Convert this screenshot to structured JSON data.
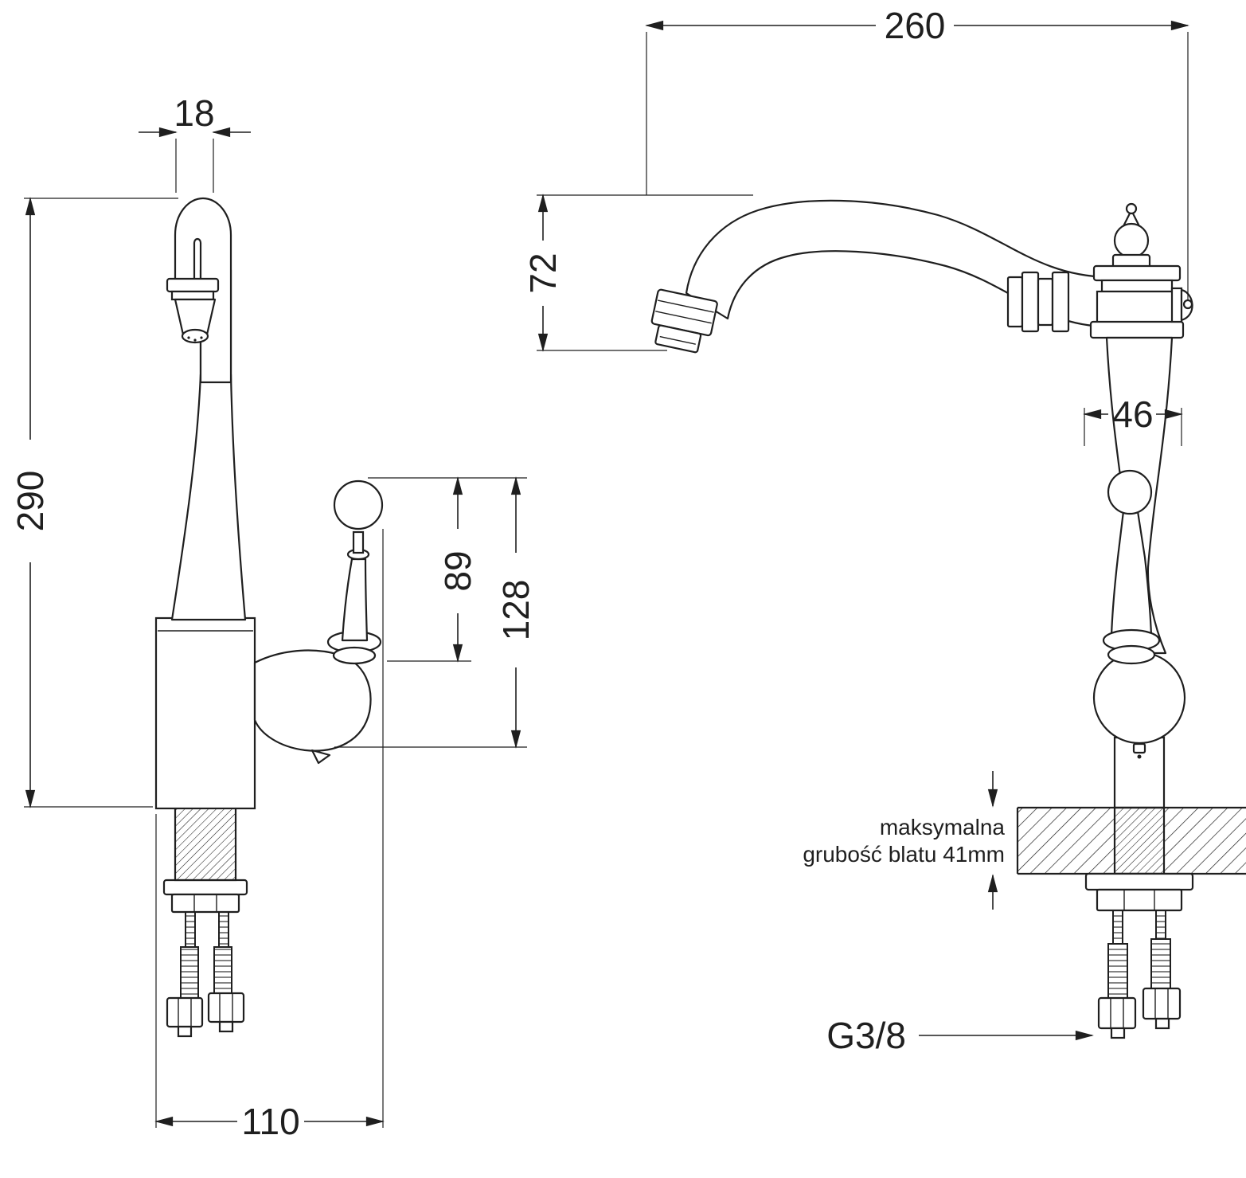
{
  "drawing": {
    "background": "#ffffff",
    "line_color": "#1f1f1f",
    "side_view": {
      "dim_spout_tip_width": "18",
      "dim_total_height": "290",
      "dim_handle_height": "89",
      "dim_handle_overall": "128",
      "dim_base_reach": "110"
    },
    "front_view": {
      "dim_spout_reach": "260",
      "dim_spout_drop": "72",
      "dim_body_width": "46",
      "note_max_counter_line1": "maksymalna",
      "note_max_counter_line2": "grubość blatu 41mm",
      "label_thread": "G3/8"
    }
  }
}
